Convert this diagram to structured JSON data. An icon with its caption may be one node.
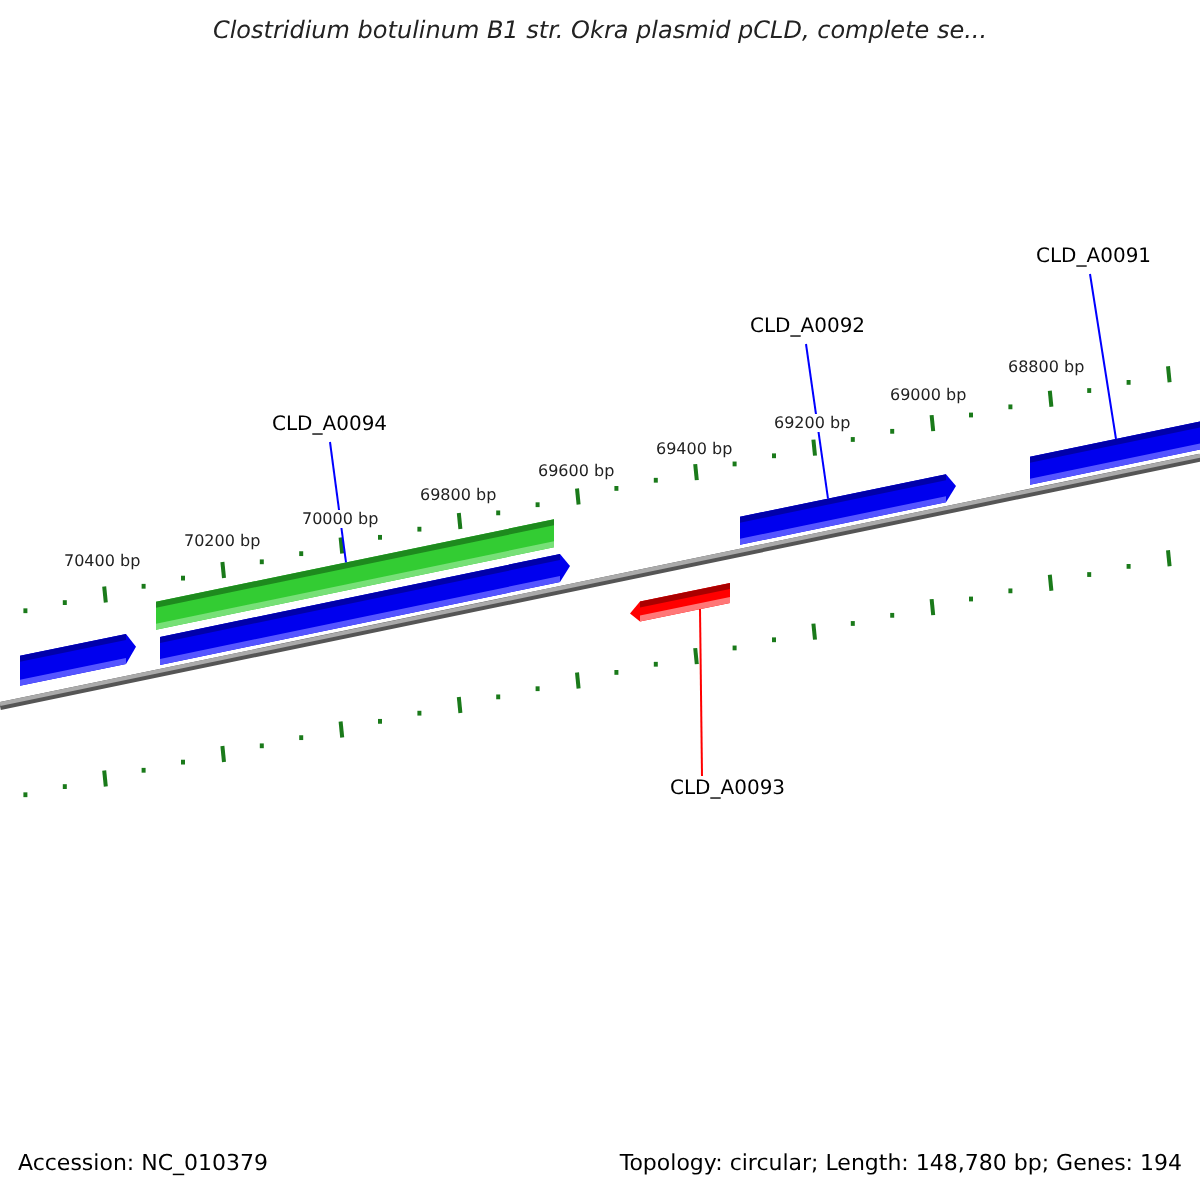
{
  "diagram": {
    "title": "Clostridium botulinum B1 str. Okra plasmid pCLD, complete se...",
    "nodes": [
      {
        "text": [
          "CLD_A0094"
        ]
      },
      {
        "text": [
          "CLD_A0092"
        ]
      },
      {
        "text": [
          "CLD_A0091"
        ]
      },
      {
        "text": [
          "CLD_A0093"
        ]
      },
      {
        "text": [],
        "shape": "arrow"
      },
      {
        "text": [],
        "shape": "bar"
      },
      {
        "text": [],
        "shape": "arrow"
      },
      {
        "text": [],
        "shape": "arrow"
      },
      {
        "text": [],
        "shape": "arrow"
      },
      {
        "text": [],
        "shape": "bar"
      }
    ],
    "edges": [
      {
        "from": 0,
        "to": 5,
        "arrow": "none",
        "color": "#0000ff"
      },
      {
        "from": 1,
        "to": 8,
        "arrow": "none",
        "color": "#0000ff"
      },
      {
        "from": 2,
        "to": 9,
        "arrow": "none",
        "color": "#0000ff"
      },
      {
        "from": 3,
        "to": 7,
        "arrow": "none",
        "color": "#ff0000"
      }
    ],
    "labels": [
      "70400 bp",
      "70200 bp",
      "70000 bp",
      "69800 bp",
      "69600 bp",
      "69400 bp",
      "69200 bp",
      "69000 bp",
      "68800 bp",
      "Accession: NC_010379",
      "Topology: circular; Length: 148,780 bp; Genes: 194"
    ]
  }
}
